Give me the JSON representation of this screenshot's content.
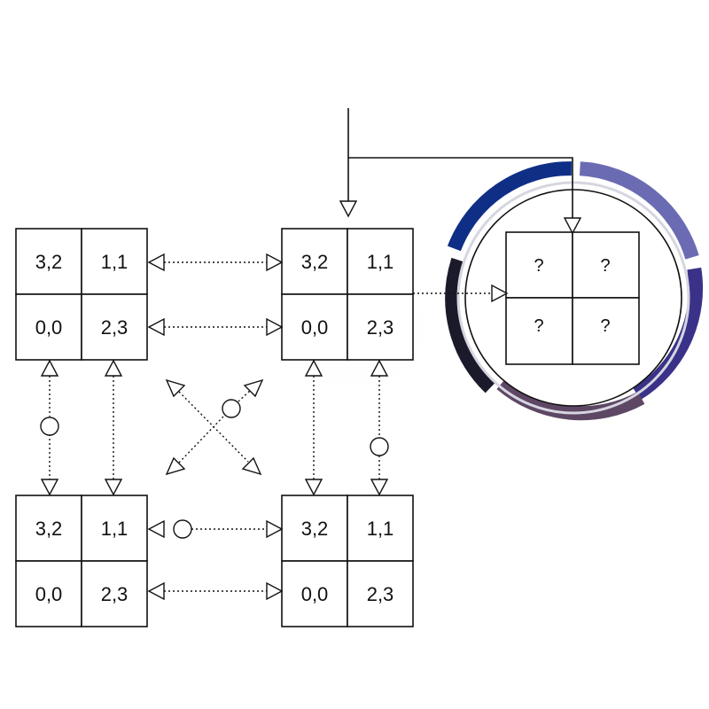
{
  "matrices": [
    {
      "id": "top-left",
      "cells": [
        "3,2",
        "1,1",
        "0,0",
        "2,3"
      ]
    },
    {
      "id": "top-right",
      "cells": [
        "3,2",
        "1,1",
        "0,0",
        "2,3"
      ]
    },
    {
      "id": "bottom-left",
      "cells": [
        "3,2",
        "1,1",
        "0,0",
        "2,3"
      ]
    },
    {
      "id": "bottom-right",
      "cells": [
        "3,2",
        "1,1",
        "0,0",
        "2,3"
      ]
    }
  ],
  "unknown_matrix": {
    "cells": [
      "?",
      "?",
      "?",
      "?"
    ]
  },
  "ring": {
    "colors": [
      "#0f2f86",
      "#6b6bb3",
      "#3a3288",
      "#5e4765",
      "#1a1a2b"
    ]
  }
}
